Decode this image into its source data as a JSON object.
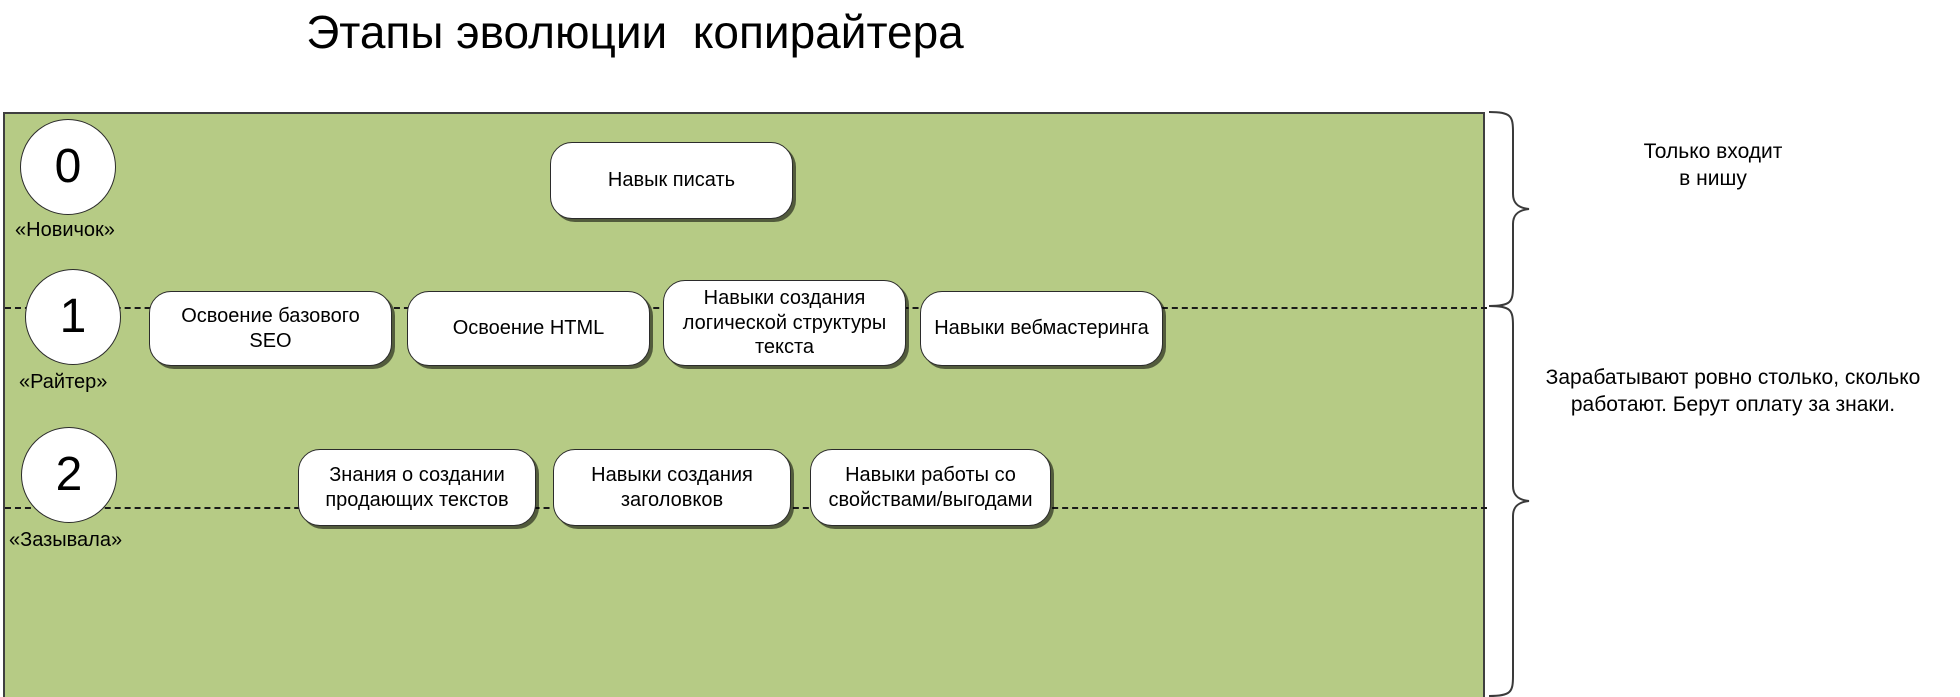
{
  "title": "Этапы эволюции  копирайтера",
  "colors": {
    "panel_green": "#b6cb85",
    "pill_fill": "#ffffff",
    "outline": "#2b2b2b",
    "text": "#000000"
  },
  "stages": [
    {
      "number": "0",
      "caption": "«Новичок»",
      "skills": [
        "Навык писать"
      ]
    },
    {
      "number": "1",
      "caption": "«Райтер»",
      "skills": [
        "Освоение базового SEO",
        "Освоение HTML",
        "Навыки создания логической структуры текста",
        "Навыки вебмастеринга"
      ]
    },
    {
      "number": "2",
      "caption": "«Зазывала»",
      "skills": [
        "Знания о создании продающих текстов",
        "Навыки создания заголовков",
        "Навыки работы со свойствами/выгодами"
      ]
    }
  ],
  "annotations": [
    {
      "text": "Только входит\nв нишу",
      "covers_stages": [
        "0"
      ]
    },
    {
      "text": "Зарабатывают ровно столько, сколько\nработают. Берут оплату за знаки.",
      "covers_stages": [
        "1",
        "2"
      ]
    }
  ]
}
